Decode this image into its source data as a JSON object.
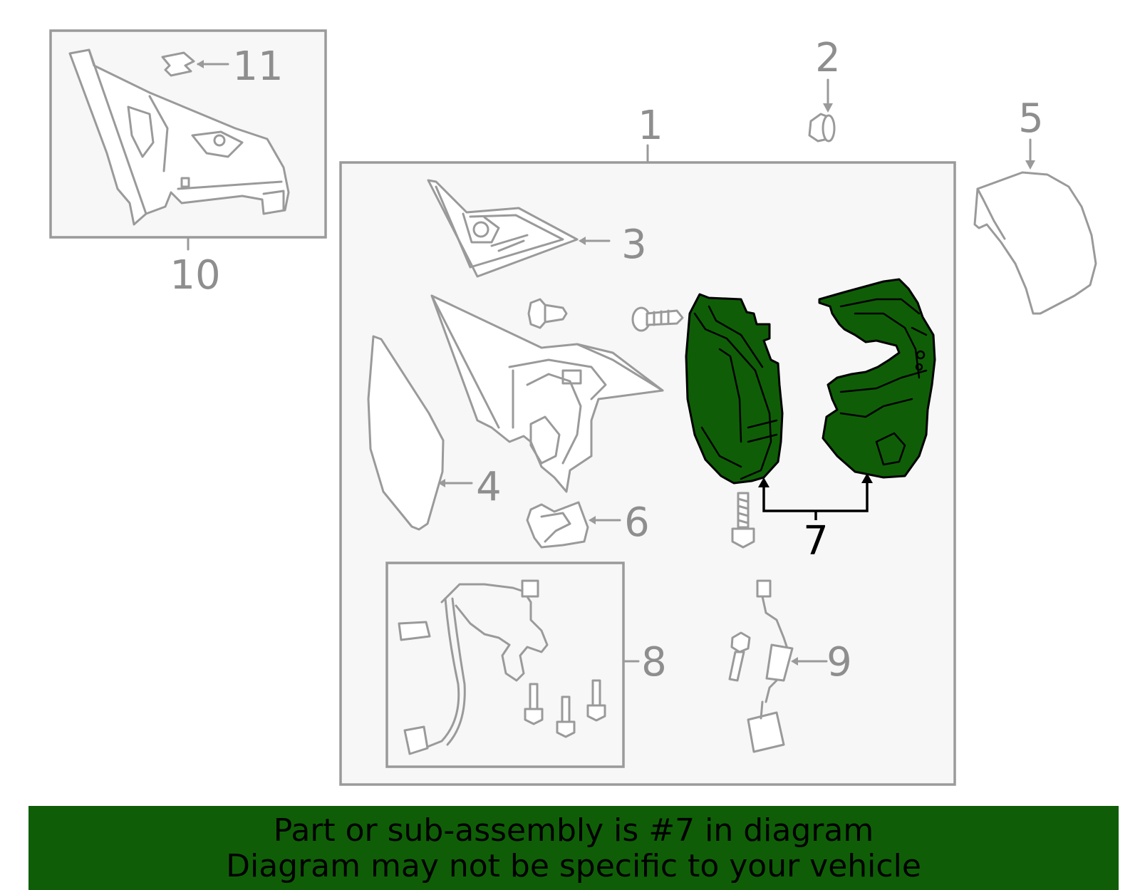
{
  "callouts": [
    "1",
    "2",
    "3",
    "4",
    "5",
    "6",
    "7",
    "8",
    "9",
    "10",
    "11"
  ],
  "highlighted_callout": "7",
  "colors": {
    "highlight": "#0f5e07",
    "line": "#9a9a9a",
    "box_fill": "#f7f7f7"
  },
  "banner": {
    "line1": "Part or sub-assembly is #7 in diagram",
    "line2": "Diagram may not be specific to your vehicle"
  }
}
